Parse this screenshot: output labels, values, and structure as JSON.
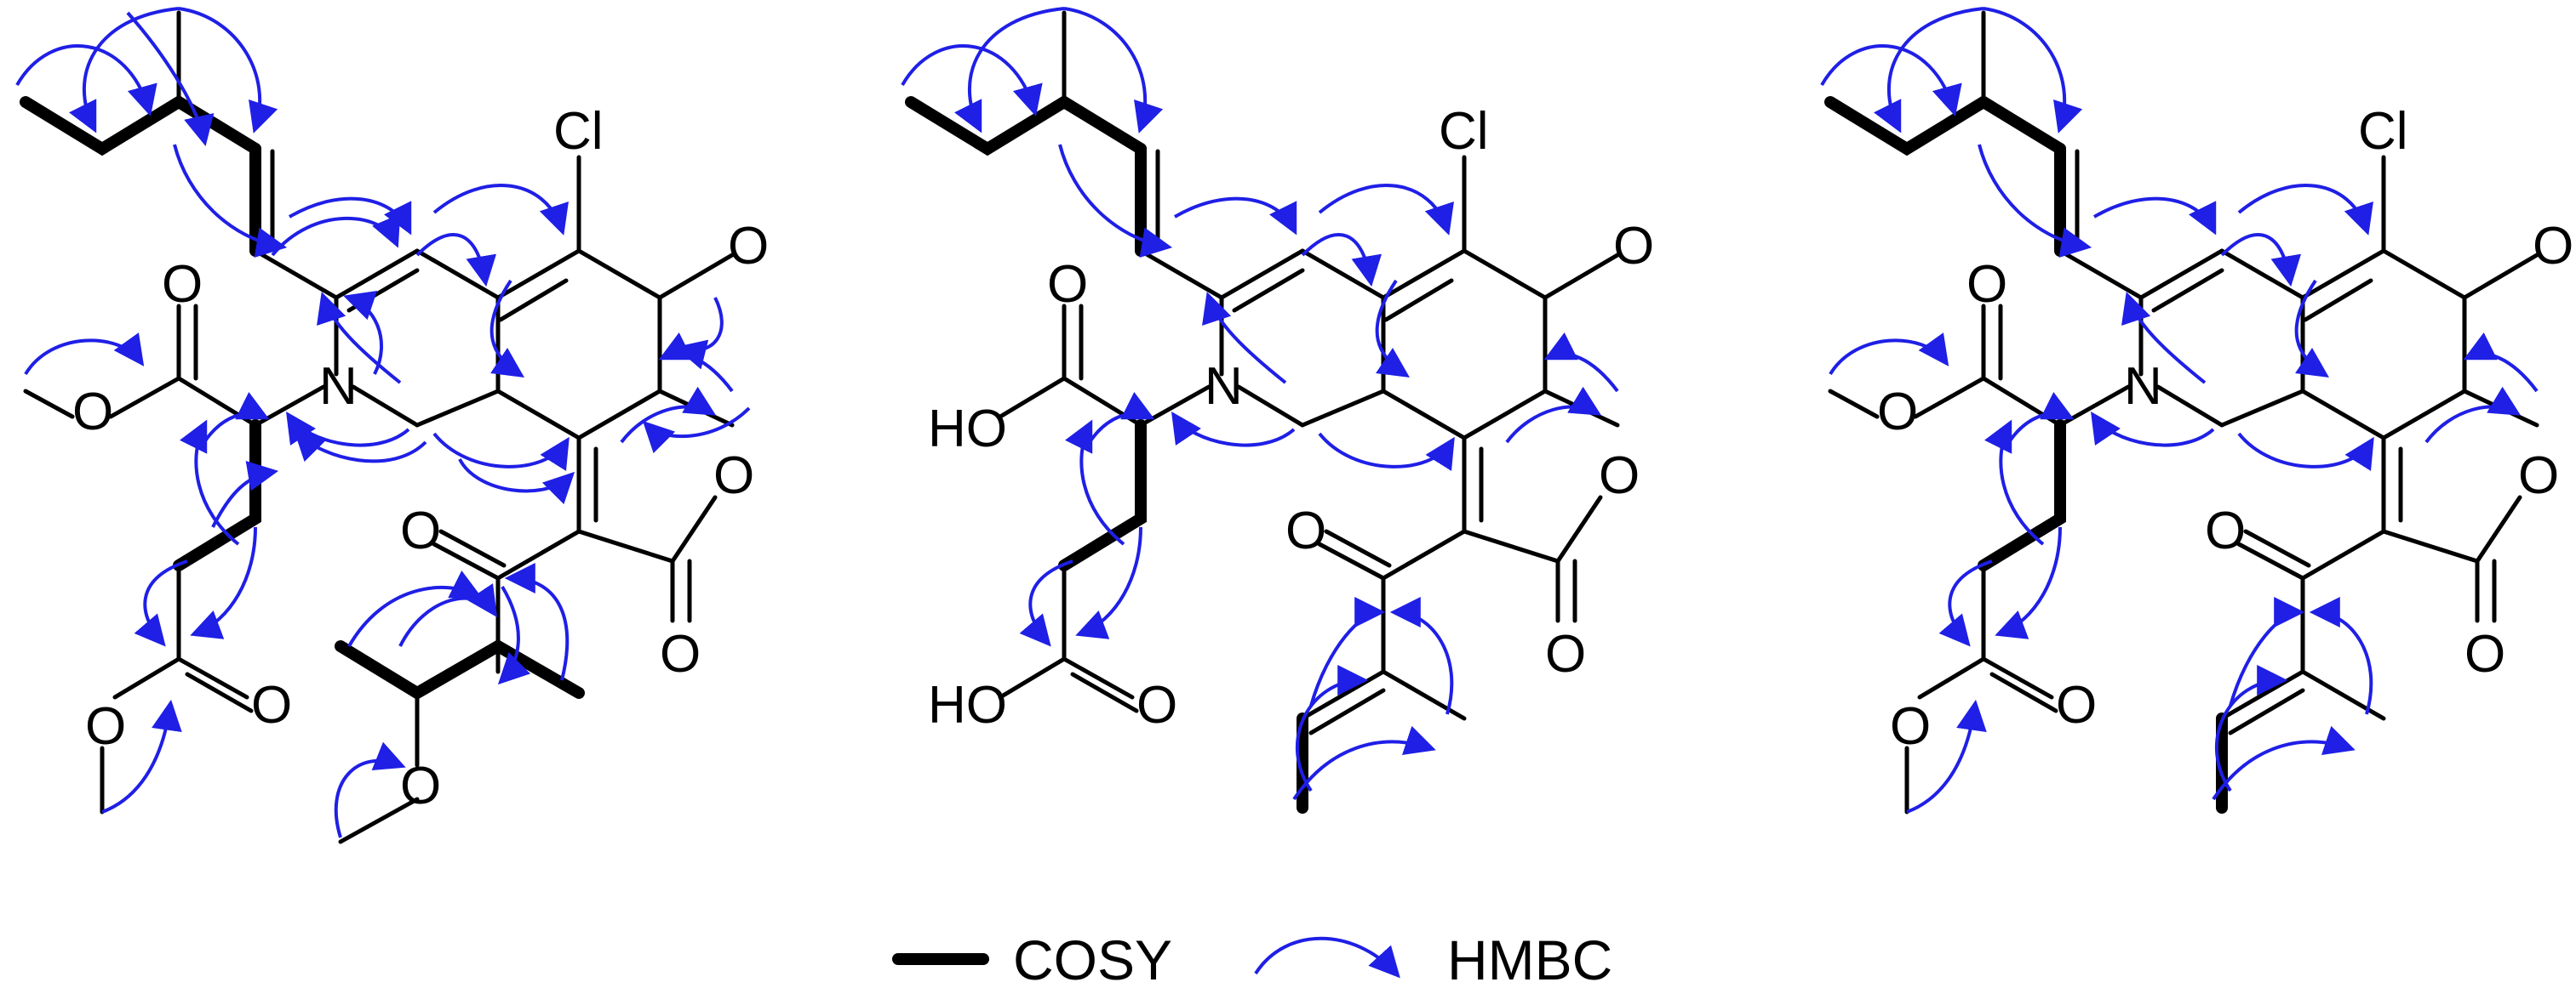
{
  "colors": {
    "hmbc": "#1f1fe6",
    "bond": "#000000",
    "background": "#ffffff"
  },
  "legend": {
    "cosy_label": "COSY",
    "hmbc_label": "HMBC"
  },
  "structures": [
    {
      "atoms": {
        "cl": "Cl",
        "n": "N",
        "o_ketone": "O",
        "o_ring": "O",
        "o_lactone": "O",
        "o_acyl": "O",
        "o_ester1_carbonyl": "O",
        "o_ester1_alkoxy": "O",
        "o_ester2_carbonyl": "O",
        "o_ester2_alkoxy": "O",
        "o_methoxy": "O"
      }
    },
    {
      "atoms": {
        "cl": "Cl",
        "n": "N",
        "o_ketone": "O",
        "o_ring": "O",
        "o_lactone": "O",
        "o_acyl": "O",
        "o_acid1_carbonyl": "O",
        "o_acid1_hydroxyl": "HO",
        "o_acid2_carbonyl": "O",
        "o_acid2_hydroxyl": "HO"
      }
    },
    {
      "atoms": {
        "cl": "Cl",
        "n": "N",
        "o_ketone": "O",
        "o_ring": "O",
        "o_lactone": "O",
        "o_acyl": "O",
        "o_ester1_carbonyl": "O",
        "o_ester1_alkoxy": "O",
        "o_ester2_carbonyl": "O",
        "o_ester2_alkoxy": "O"
      }
    }
  ]
}
